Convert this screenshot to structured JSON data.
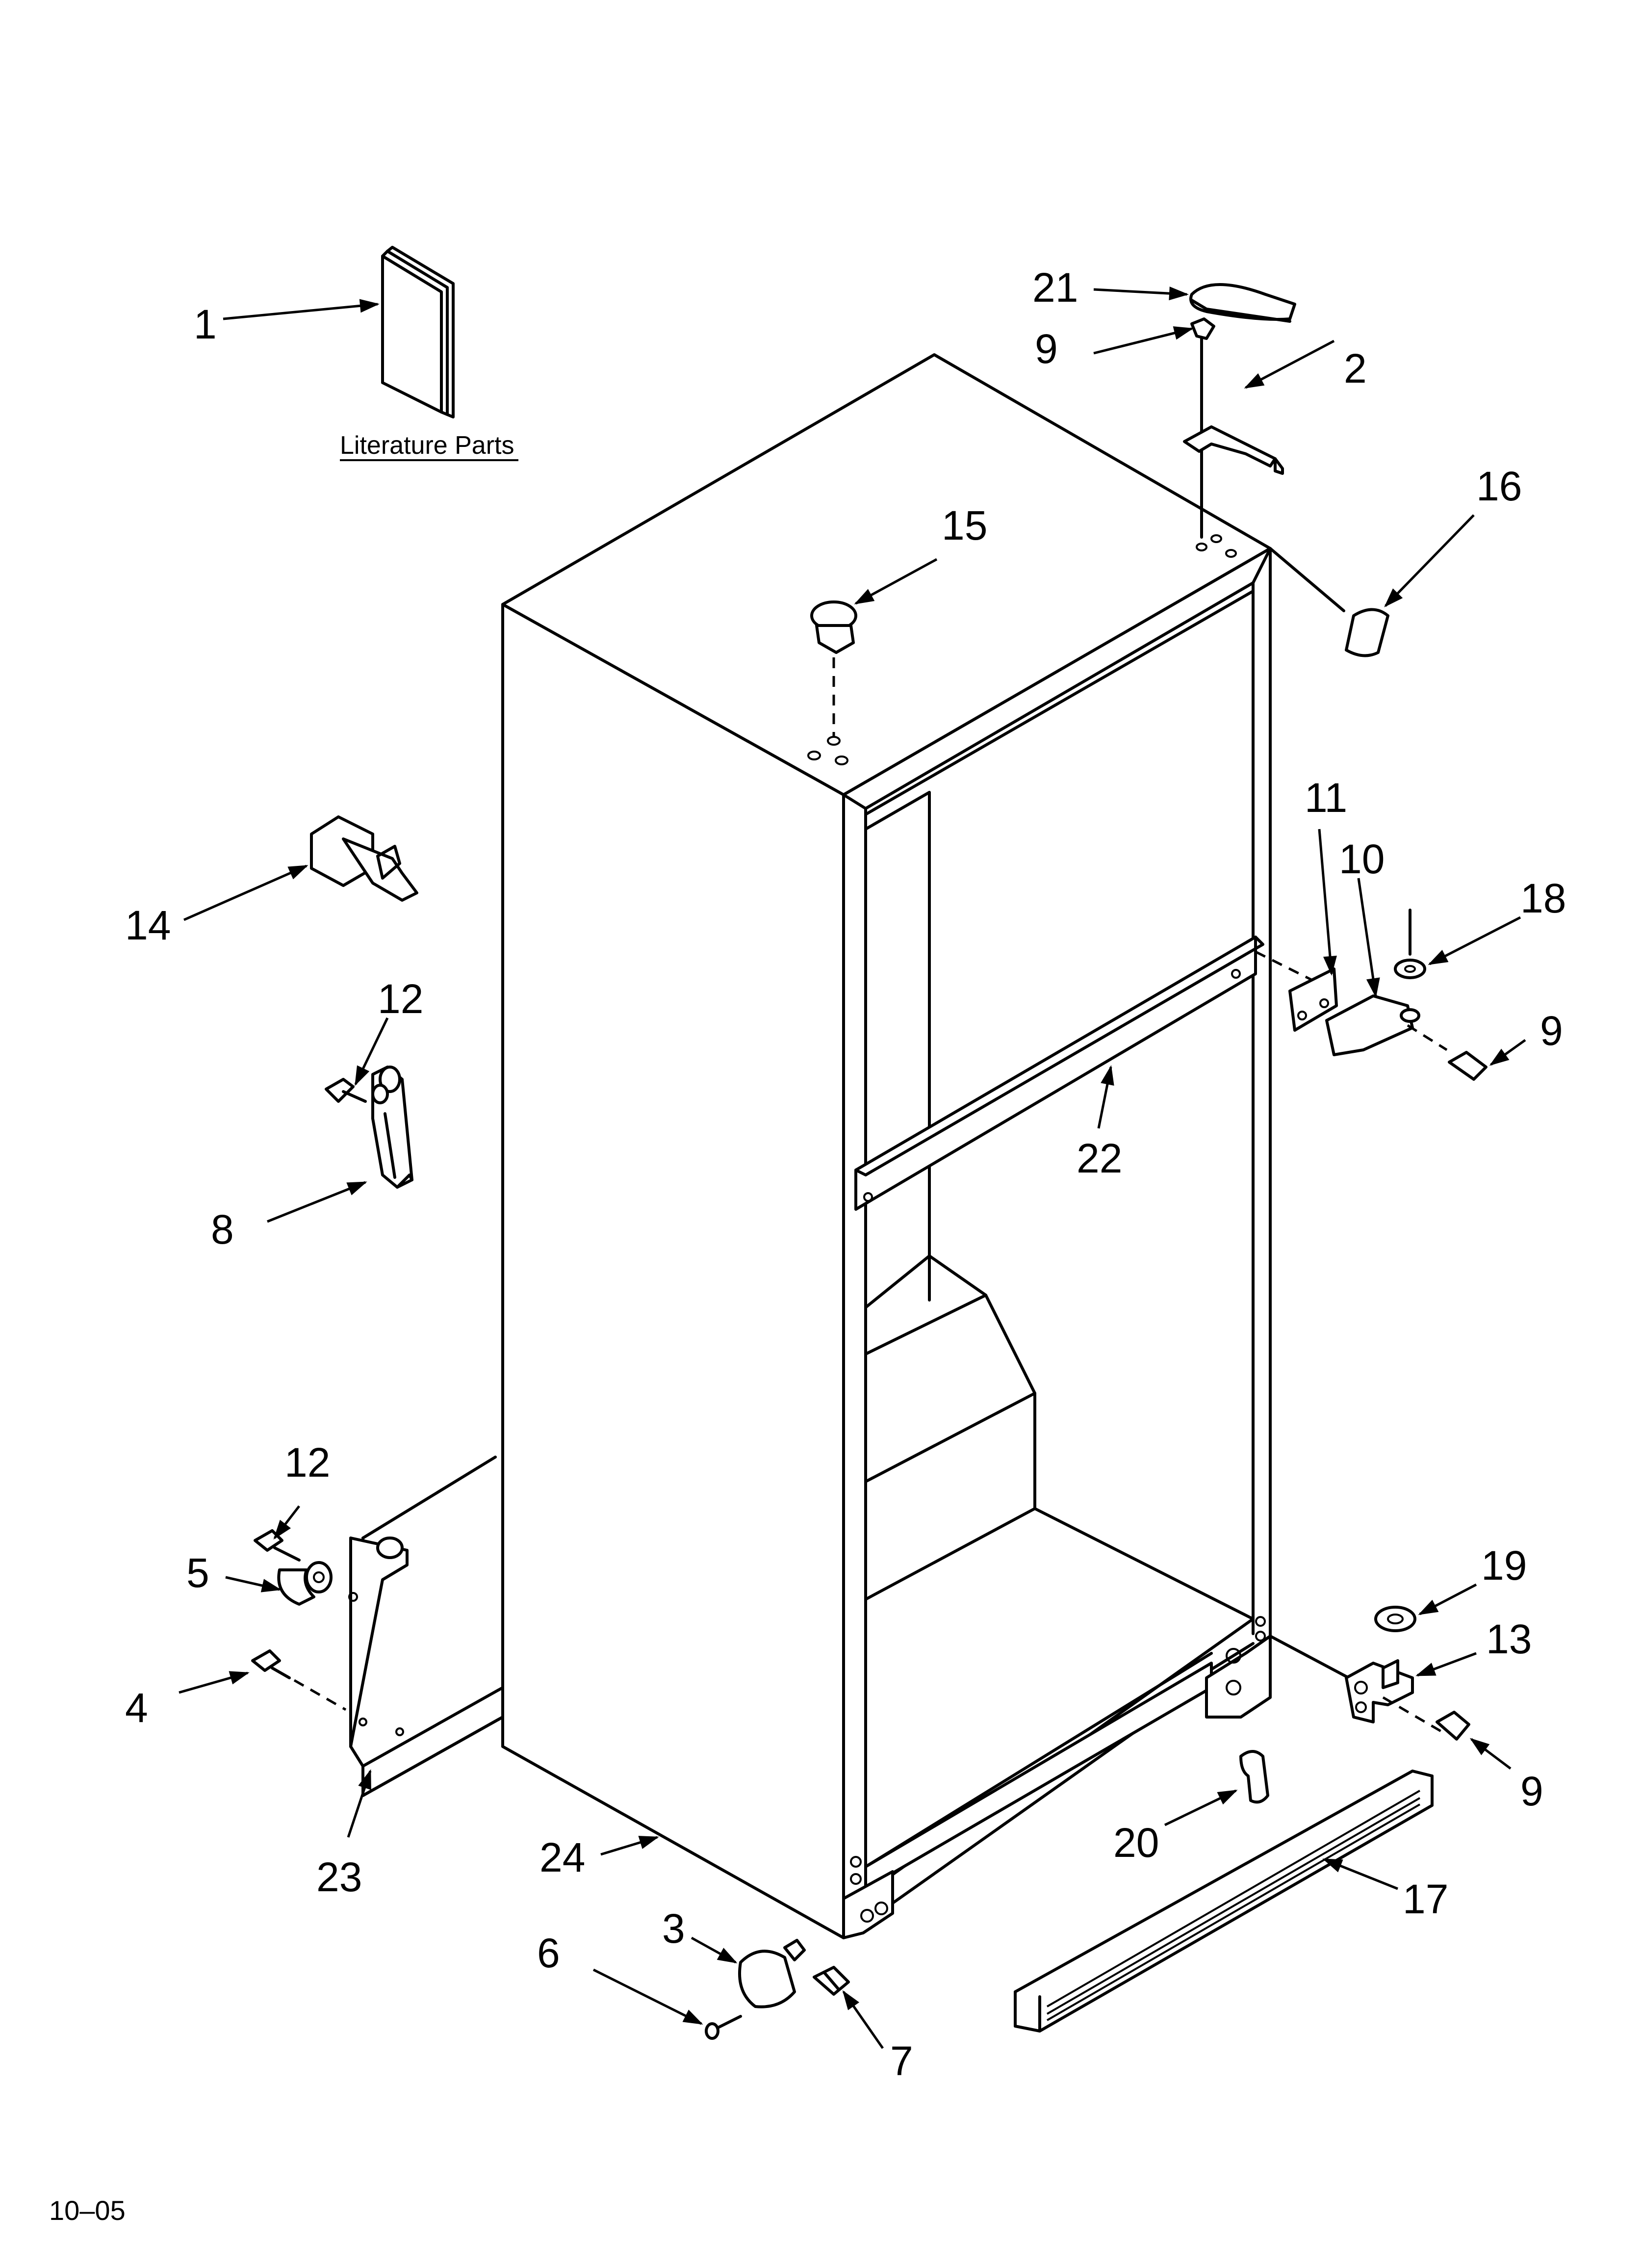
{
  "diagram": {
    "caption": "Literature Parts",
    "footer_code": "10–05",
    "callouts": [
      {
        "id": "1",
        "text": "1"
      },
      {
        "id": "2",
        "text": "2"
      },
      {
        "id": "3",
        "text": "3"
      },
      {
        "id": "4",
        "text": "4"
      },
      {
        "id": "5",
        "text": "5"
      },
      {
        "id": "6",
        "text": "6"
      },
      {
        "id": "7",
        "text": "7"
      },
      {
        "id": "8",
        "text": "8"
      },
      {
        "id": "9a",
        "text": "9"
      },
      {
        "id": "9b",
        "text": "9"
      },
      {
        "id": "9c",
        "text": "9"
      },
      {
        "id": "10",
        "text": "10"
      },
      {
        "id": "11",
        "text": "11"
      },
      {
        "id": "12a",
        "text": "12"
      },
      {
        "id": "12b",
        "text": "12"
      },
      {
        "id": "13",
        "text": "13"
      },
      {
        "id": "14",
        "text": "14"
      },
      {
        "id": "15",
        "text": "15"
      },
      {
        "id": "16",
        "text": "16"
      },
      {
        "id": "17",
        "text": "17"
      },
      {
        "id": "18",
        "text": "18"
      },
      {
        "id": "19",
        "text": "19"
      },
      {
        "id": "20",
        "text": "20"
      },
      {
        "id": "21",
        "text": "21"
      },
      {
        "id": "22",
        "text": "22"
      },
      {
        "id": "23",
        "text": "23"
      },
      {
        "id": "24",
        "text": "24"
      }
    ]
  }
}
